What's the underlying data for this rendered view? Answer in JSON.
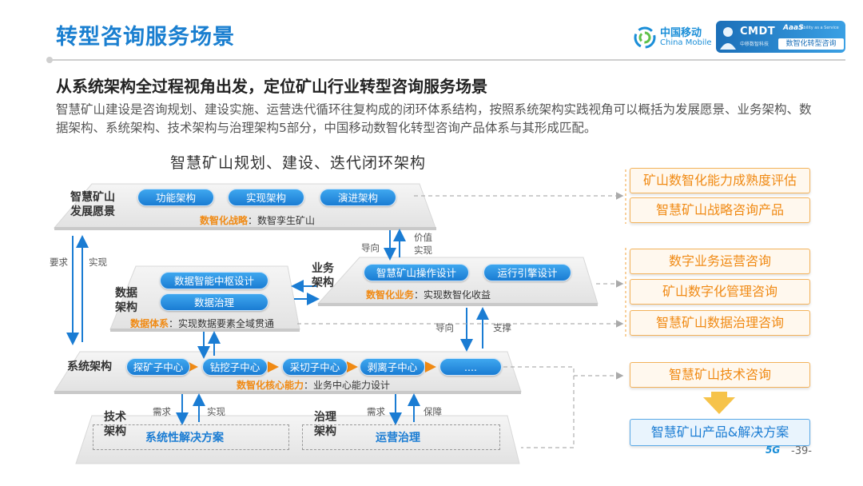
{
  "header": {
    "title": "转型咨询服务场景",
    "logo_cn": "中国移动",
    "logo_en": "China Mobile",
    "cmdt_badge": "CMDT",
    "cmdt_sub": "中移数智科技",
    "aaas": "AaaS",
    "aaas_sub": "Ability as a Service",
    "cmdt_desc": "数智化转型咨询"
  },
  "intro": {
    "heading": "从系统架构全过程视角出发，定位矿山行业转型咨询服务场景",
    "paragraph": "智慧矿山建设是咨询规划、建设实施、运营迭代循环往复构成的闭环体系结构，按照系统架构实践视角可以概括为发展愿景、业务架构、数据架构、系统架构、技术架构与治理架构5部分，中国移动数智化转型咨询产品体系与其形成匹配。"
  },
  "diagram": {
    "title": "智慧矿山规划、建设、迭代闭环架构",
    "vision": {
      "label": "智慧矿山发展愿景",
      "pills": [
        "功能架构",
        "实现架构",
        "演进架构"
      ],
      "caption_key": "数智化战略",
      "caption_val": "：数智孪生矿山"
    },
    "business": {
      "label": "业务架构",
      "pills": [
        "智慧矿山操作设计",
        "运行引擎设计"
      ],
      "caption_key": "数智化业务",
      "caption_val": "：实现数智化收益"
    },
    "data": {
      "label": "数据架构",
      "pills": [
        "数据智能中枢设计",
        "数据治理"
      ],
      "caption_key": "数据体系",
      "caption_val": "：实现数据要素全域贯通"
    },
    "system": {
      "label": "系统架构",
      "pills": [
        "探矿子中心",
        "钻挖子中心",
        "采切子中心",
        "剥离子中心",
        "...."
      ],
      "caption_key": "数智化核心能力",
      "caption_val": "：业务中心能力设计"
    },
    "tech": {
      "label": "技术架构",
      "content": "系统性解决方案"
    },
    "governance": {
      "label": "治理架构",
      "content": "运营治理"
    },
    "arrow_labels": {
      "require": "要求",
      "realize": "实现",
      "guide": "导向",
      "value": "价值",
      "realize2": "实现",
      "guide2": "导向",
      "support": "支撑",
      "need": "需求",
      "realize3": "实现",
      "need2": "需求",
      "guarantee": "保障"
    }
  },
  "services": {
    "group1": [
      "矿山数智化能力成熟度评估",
      "智慧矿山战略咨询产品"
    ],
    "group2": [
      "数字业务运营咨询",
      "矿山数字化管理咨询",
      "智慧矿山数据治理咨询"
    ],
    "group3": [
      "智慧矿山技术咨询"
    ],
    "result": "智慧矿山产品&解决方案"
  },
  "footer": {
    "page": "-39-",
    "brand_5g": "5G"
  },
  "colors": {
    "primary": "#1a7fd0",
    "accent": "#f08a14",
    "platform": "#eeeeee"
  }
}
